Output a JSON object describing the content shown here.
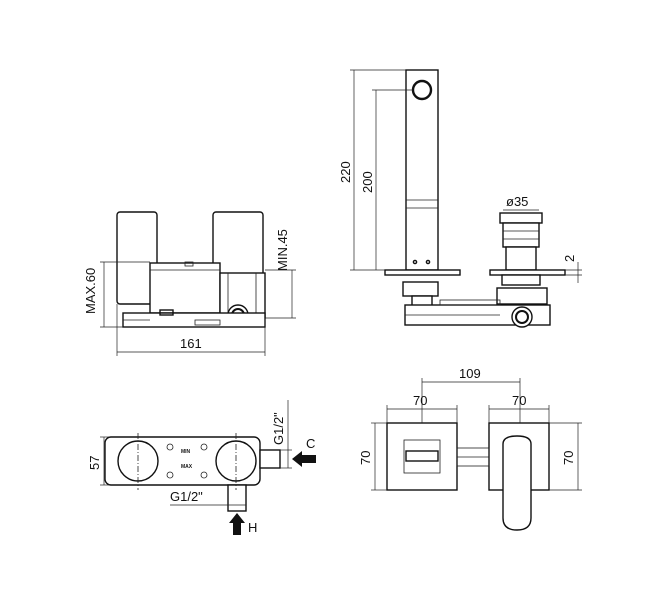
{
  "dimensions": {
    "front_height_max": "MAX.60",
    "front_min_depth": "MIN.45",
    "front_width": "161",
    "spout_height_total": "220",
    "spout_height_inner": "200",
    "valve_diameter": "ø35",
    "plate_thickness": "2",
    "top_width": "57",
    "top_thread_right": "G1/2\"",
    "top_thread_bottom": "G1/2\"",
    "arrow_cold": "C",
    "arrow_hot": "H",
    "plan_center_distance": "109",
    "plan_left_width": "70",
    "plan_right_width": "70",
    "plan_left_height": "70",
    "plan_right_height": "70"
  },
  "markings": {
    "min": "MIN",
    "max": "MAX"
  }
}
